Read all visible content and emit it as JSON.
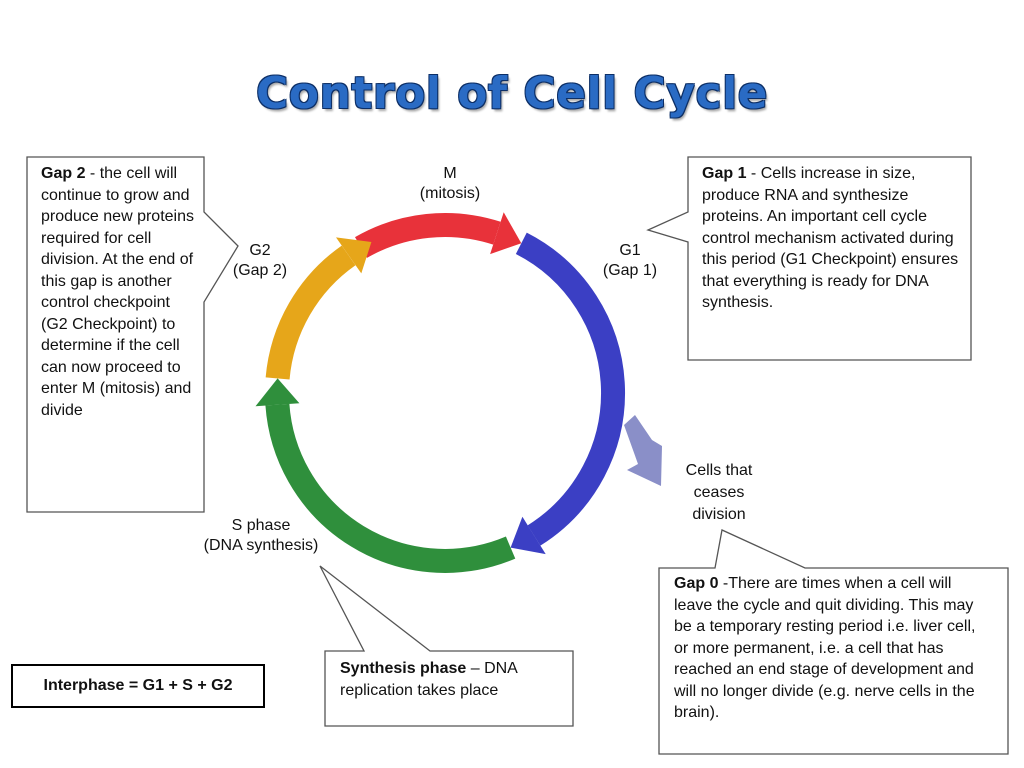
{
  "title": "Control of Cell Cycle",
  "phases": {
    "m": {
      "line1": "M",
      "line2": "(mitosis)",
      "color": "#e8323a"
    },
    "g1": {
      "line1": "G1",
      "line2": "(Gap 1)",
      "color": "#3b3fc4"
    },
    "s": {
      "line1": "S phase",
      "line2": "(DNA synthesis)",
      "color": "#2f8f3c"
    },
    "g2": {
      "line1": "G2",
      "line2": "(Gap 2)",
      "color": "#e6a61a"
    },
    "g0": {
      "line1": "Cells that",
      "line2": "ceases",
      "line3": "division",
      "color": "#8a8fc8"
    }
  },
  "boxes": {
    "gap2": {
      "heading": "Gap 2",
      "text": " - the cell will continue to grow and produce new proteins required for cell division. At the end of this gap is another control checkpoint (G2 Checkpoint) to determine if the cell can now proceed to enter M (mitosis) and divide"
    },
    "gap1": {
      "heading": "Gap 1",
      "text": " - Cells increase in size, produce RNA and synthesize proteins. An important cell cycle control mechanism activated during this period (G1 Checkpoint) ensures that everything is ready for DNA synthesis."
    },
    "gap0": {
      "heading": "Gap 0",
      "text": " -There are times when a cell will leave the cycle and quit dividing. This may be a temporary resting period i.e. liver cell, or more permanent, i.e. a cell that has reached an end stage of development and will no longer divide (e.g. nerve cells in the brain)."
    },
    "synthesis": {
      "heading": "Synthesis phase",
      "text": " – DNA replication takes place"
    }
  },
  "interphase": "Interphase = G1 + S + G2"
}
